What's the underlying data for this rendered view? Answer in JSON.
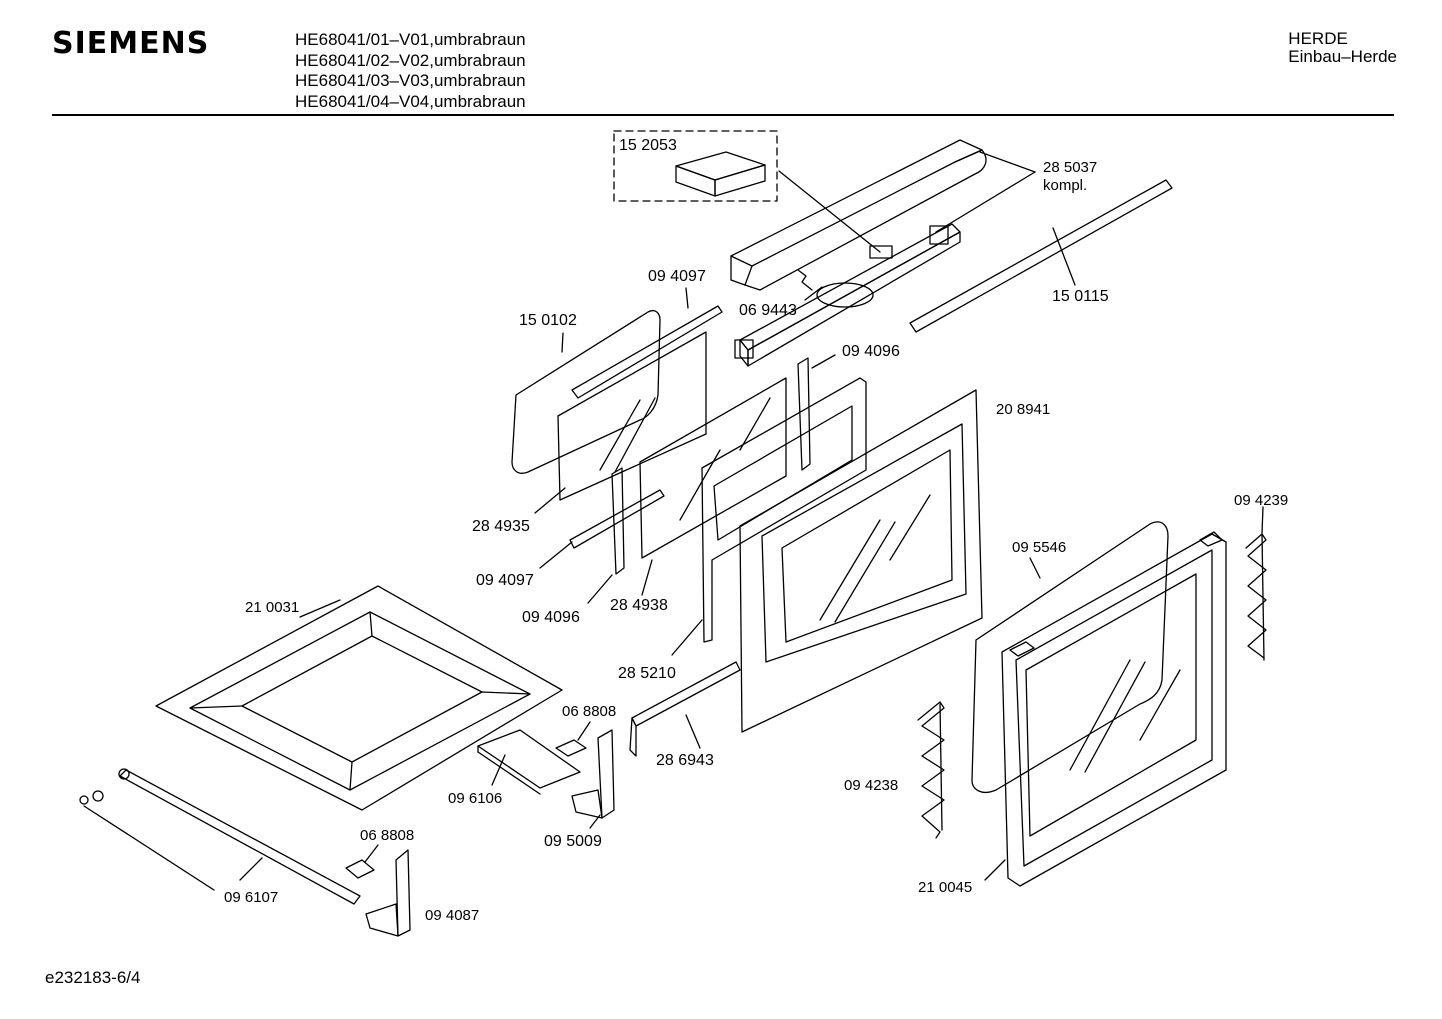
{
  "header": {
    "brand": "SIEMENS",
    "models": [
      "HE68041/01–V01,umbrabraun",
      "HE68041/02–V02,umbrabraun",
      "HE68041/03–V03,umbrabraun",
      "HE68041/04–V04,umbrabraun"
    ],
    "category": "HERDE",
    "subcategory": "Einbau–Herde"
  },
  "parts": {
    "p152053": "15 2053",
    "p285037": "28 5037",
    "p285037_note": "kompl.",
    "p150115": "15 0115",
    "p094097a": "09 4097",
    "p069443": "06 9443",
    "p150102": "15 0102",
    "p094096a": "09 4096",
    "p208941": "20 8941",
    "p284935": "28 4935",
    "p094097b": "09 4097",
    "p094096b": "09 4096",
    "p284938": "28 4938",
    "p285210": "28 5210",
    "p094239": "09 4239",
    "p095546": "09 5546",
    "p210031": "21 0031",
    "p068808a": "06 8808",
    "p286943": "28 6943",
    "p096106": "09 6106",
    "p095009": "09 5009",
    "p094238": "09 4238",
    "p068808b": "06 8808",
    "p096107": "09 6107",
    "p094087": "09 4087",
    "p210045": "21 0045"
  },
  "footer": {
    "doc_id": "e232183-6/4"
  }
}
